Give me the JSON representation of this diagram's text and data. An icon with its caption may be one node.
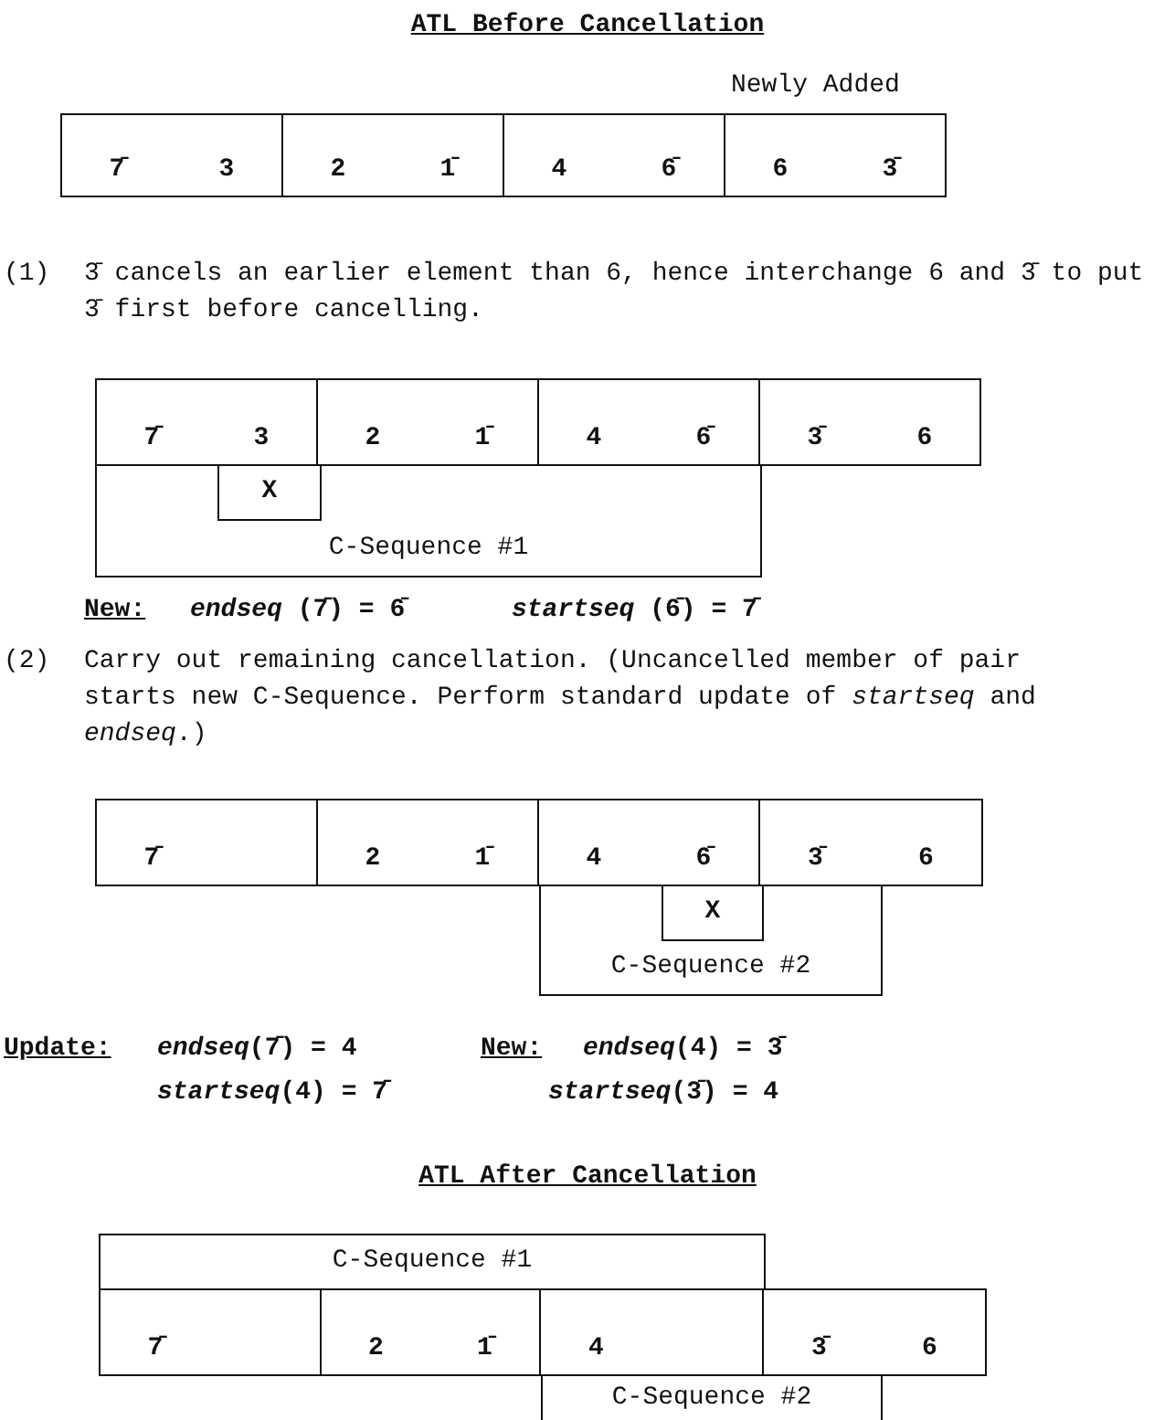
{
  "diagram": {
    "title": "ATL Before Cancellation",
    "nodes": [
      {
        "text": [
          "7̄",
          "3"
        ]
      },
      {
        "text": [
          "2",
          "1̄"
        ]
      },
      {
        "text": [
          "4",
          "6̄"
        ]
      },
      {
        "text": [
          "6",
          "3̄"
        ],
        "beside": [
          "Newly Added"
        ]
      },
      {
        "text": [
          "7̄",
          "3"
        ]
      },
      {
        "text": [
          "2",
          "1̄"
        ]
      },
      {
        "text": [
          "4",
          "6̄"
        ]
      },
      {
        "text": [
          "3̄",
          "6"
        ]
      },
      {
        "text": [
          "C-Sequence #1"
        ]
      },
      {
        "text": [
          "X"
        ],
        "in": 8
      },
      {
        "text": [
          "7̄"
        ]
      },
      {
        "text": [
          "2",
          "1̄"
        ]
      },
      {
        "text": [
          "4",
          "6̄"
        ]
      },
      {
        "text": [
          "3̄",
          "6"
        ]
      },
      {
        "text": [
          "C-Sequence #2"
        ]
      },
      {
        "text": [
          "X"
        ],
        "in": 14
      },
      {
        "text": [
          "C-Sequence #1"
        ]
      },
      {
        "text": [
          "7̄"
        ]
      },
      {
        "text": [
          "2",
          "1̄"
        ]
      },
      {
        "text": [
          "4"
        ]
      },
      {
        "text": [
          "3̄",
          "6"
        ]
      },
      {
        "text": [
          "C-Sequence #2"
        ]
      }
    ],
    "edges": [],
    "labels": [
      "(1)",
      "3̄ cancels an earlier element than 6, hence interchange 6 and 3̄ to put 3̄ first before cancelling.",
      "New:",
      "*endseq* (7̄) = 6̄",
      "*startseq* (6̄) = 7̄",
      "(2)",
      "Carry out remaining cancellation. (Uncancelled member of pair starts new C-Sequence. Perform standard update of *startseq* and *endseq*.)",
      "Update:",
      "*endseq*(7̄) = 4",
      "New:",
      "*endseq*(4) = 3̄",
      "*startseq*(4) = 7̄",
      "*startseq*(3̄) = 4",
      "ATL After Cancellation"
    ]
  }
}
